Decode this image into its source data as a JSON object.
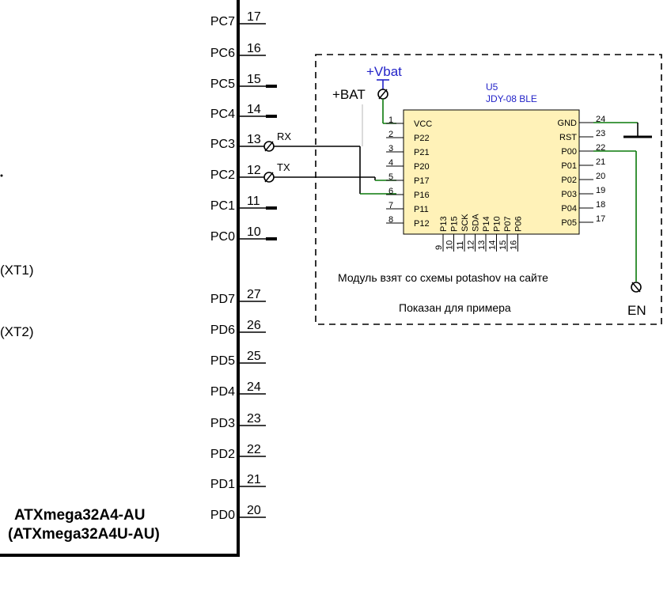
{
  "mcu": {
    "name_line1": "ATXmega32A4-AU",
    "name_line2": "(ATXmega32A4U-AU)",
    "left_fragments": [
      "(XT1)",
      "(XT2)"
    ],
    "pins": [
      {
        "name": "PC7",
        "num": "17",
        "label": ""
      },
      {
        "name": "PC6",
        "num": "16",
        "label": ""
      },
      {
        "name": "PC5",
        "num": "15",
        "label": ""
      },
      {
        "name": "PC4",
        "num": "14",
        "label": ""
      },
      {
        "name": "PC3",
        "num": "13",
        "label": "RX"
      },
      {
        "name": "PC2",
        "num": "12",
        "label": "TX"
      },
      {
        "name": "PC1",
        "num": "11",
        "label": ""
      },
      {
        "name": "PC0",
        "num": "10",
        "label": ""
      },
      {
        "name": "PD7",
        "num": "27",
        "label": ""
      },
      {
        "name": "PD6",
        "num": "26",
        "label": ""
      },
      {
        "name": "PD5",
        "num": "25",
        "label": ""
      },
      {
        "name": "PD4",
        "num": "24",
        "label": ""
      },
      {
        "name": "PD3",
        "num": "23",
        "label": ""
      },
      {
        "name": "PD2",
        "num": "22",
        "label": ""
      },
      {
        "name": "PD1",
        "num": "21",
        "label": ""
      },
      {
        "name": "PD0",
        "num": "20",
        "label": ""
      }
    ]
  },
  "module": {
    "ref": "U5",
    "part": "JDY-08 BLE",
    "vbat_label": "+Vbat",
    "bat_label": "+BAT",
    "en_label": "EN",
    "note1": "Модуль взят со схемы potashov на сайте",
    "note2": "Показан для примера",
    "left_pins": [
      {
        "num": "1",
        "name": "VCC"
      },
      {
        "num": "2",
        "name": "P22"
      },
      {
        "num": "3",
        "name": "P21"
      },
      {
        "num": "4",
        "name": "P20"
      },
      {
        "num": "5",
        "name": "P17"
      },
      {
        "num": "6",
        "name": "P16"
      },
      {
        "num": "7",
        "name": "P11"
      },
      {
        "num": "8",
        "name": "P12"
      }
    ],
    "right_pins": [
      {
        "num": "24",
        "name": "GND"
      },
      {
        "num": "23",
        "name": "RST"
      },
      {
        "num": "22",
        "name": "P00"
      },
      {
        "num": "21",
        "name": "P01"
      },
      {
        "num": "20",
        "name": "P02"
      },
      {
        "num": "19",
        "name": "P03"
      },
      {
        "num": "18",
        "name": "P04"
      },
      {
        "num": "17",
        "name": "P05"
      }
    ],
    "bottom_pins": [
      {
        "num": "9",
        "name": "P13"
      },
      {
        "num": "10",
        "name": "P15"
      },
      {
        "num": "11",
        "name": "SCK"
      },
      {
        "num": "12",
        "name": "SDA"
      },
      {
        "num": "13",
        "name": "P14"
      },
      {
        "num": "14",
        "name": "P10"
      },
      {
        "num": "15",
        "name": "P07"
      },
      {
        "num": "16",
        "name": "P06"
      }
    ]
  },
  "colors": {
    "wire": "#000000",
    "net_green": "#0a7a0a",
    "module_fill": "#fff2b8",
    "label_blue": "#2323c8"
  }
}
